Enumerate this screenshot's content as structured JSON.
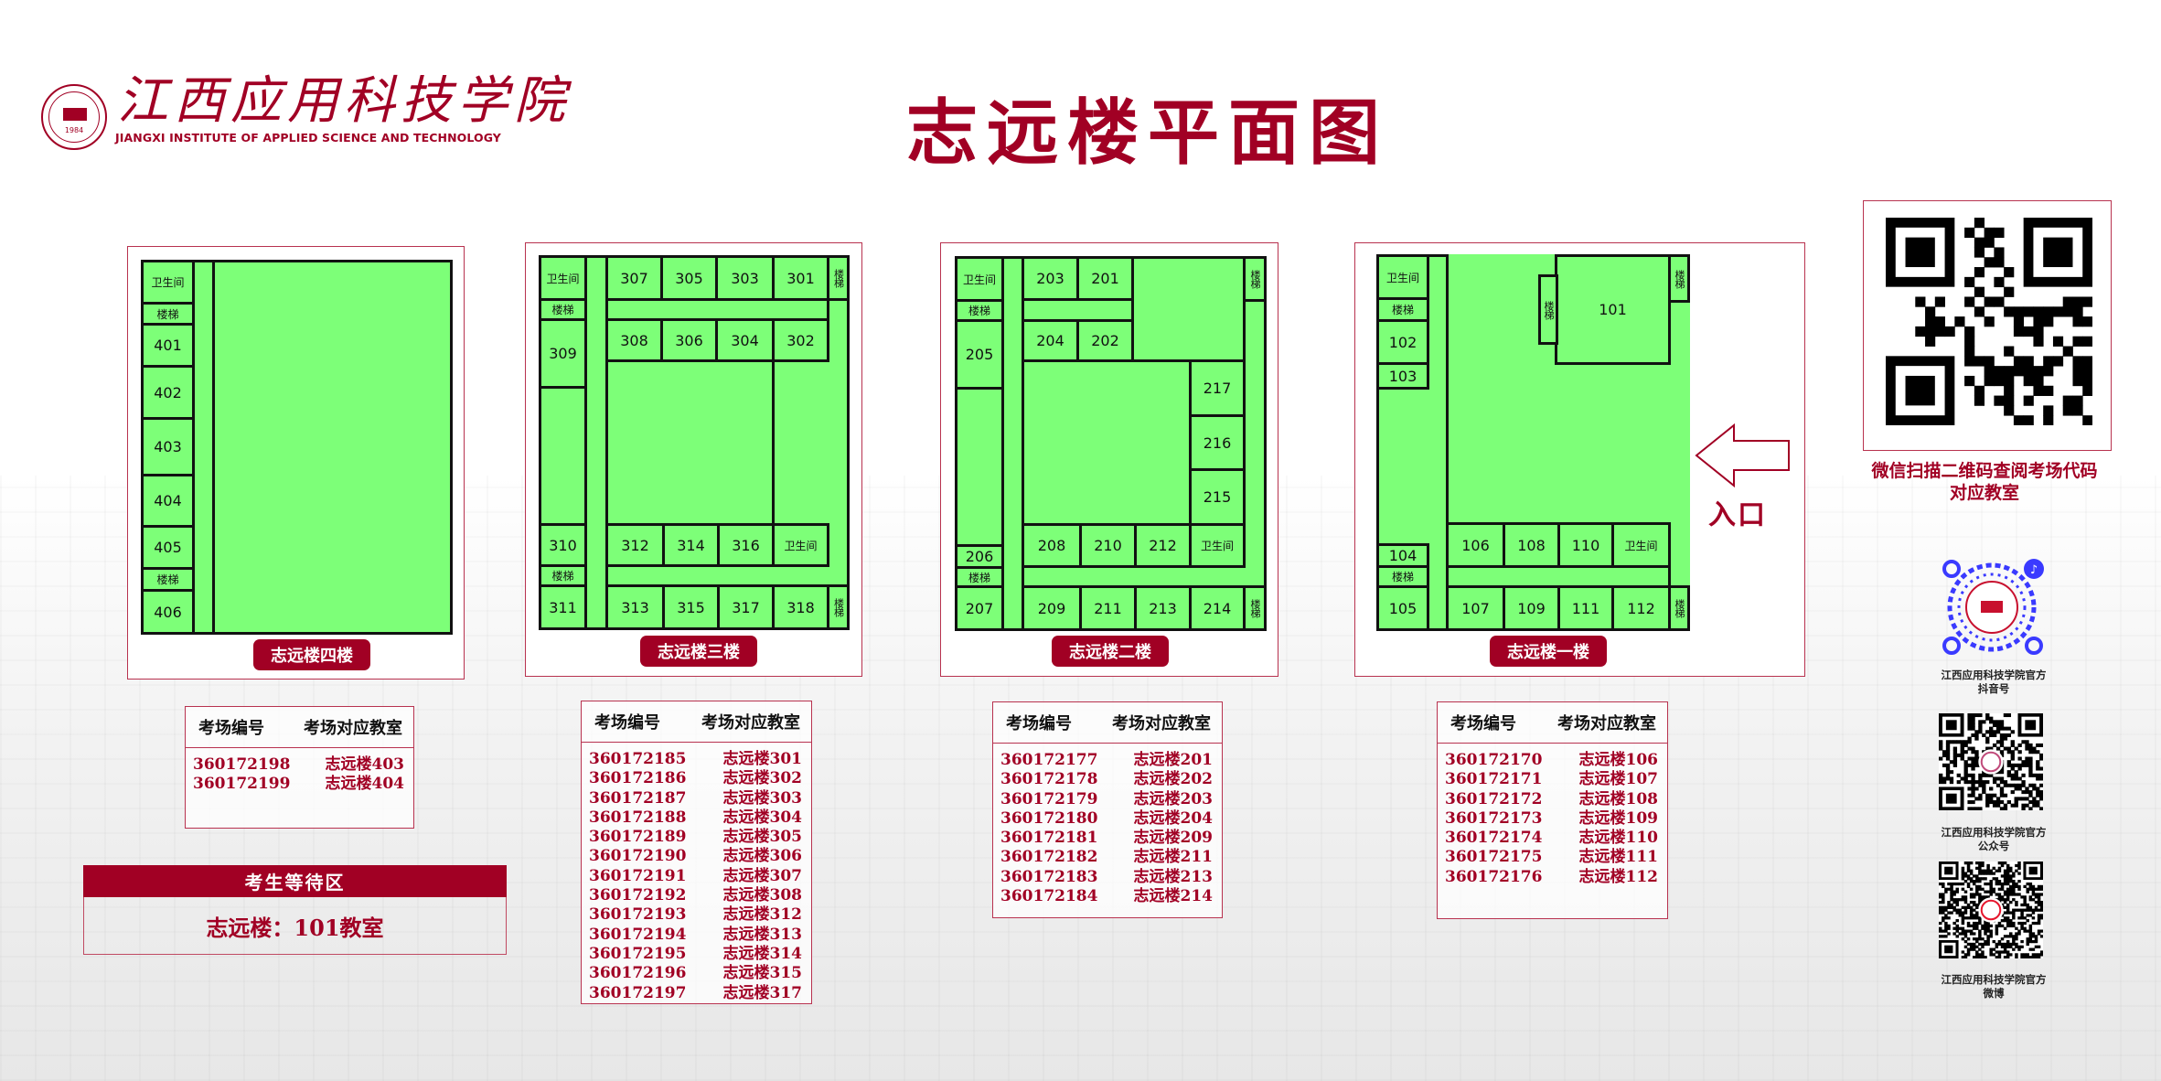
{
  "header": {
    "logo_cn": "江西应用科技学院",
    "logo_en": "JIANGXI INSTITUTE OF APPLIED SCIENCE AND TECHNOLOGY",
    "logo_year": "1984",
    "title": "志远楼平面图"
  },
  "common": {
    "wc": "卫生间",
    "stairs": "楼梯"
  },
  "floors": {
    "f4": {
      "label": "志远楼四楼",
      "rooms": {
        "401": "401",
        "402": "402",
        "403": "403",
        "404": "404",
        "405": "405",
        "406": "406"
      }
    },
    "f3": {
      "label": "志远楼三楼",
      "rooms": {
        "301": "301",
        "302": "302",
        "303": "303",
        "304": "304",
        "305": "305",
        "306": "306",
        "307": "307",
        "308": "308",
        "309": "309",
        "310": "310",
        "311": "311",
        "312": "312",
        "313": "313",
        "314": "314",
        "315": "315",
        "316": "316",
        "317": "317",
        "318": "318"
      }
    },
    "f2": {
      "label": "志远楼二楼",
      "rooms": {
        "201": "201",
        "202": "202",
        "203": "203",
        "204": "204",
        "205": "205",
        "206": "206",
        "207": "207",
        "208": "208",
        "209": "209",
        "210": "210",
        "211": "211",
        "212": "212",
        "213": "213",
        "214": "214",
        "215": "215",
        "216": "216",
        "217": "217"
      }
    },
    "f1": {
      "label": "志远楼一楼",
      "rooms": {
        "101": "101",
        "102": "102",
        "103": "103",
        "104": "104",
        "105": "105",
        "106": "106",
        "107": "107",
        "108": "108",
        "109": "109",
        "110": "110",
        "111": "111",
        "112": "112"
      }
    }
  },
  "entrance": "入口",
  "tables": {
    "header_code": "考场编号",
    "header_room": "考场对应教室",
    "f4": [
      [
        "360172198",
        "志远楼403"
      ],
      [
        "360172199",
        "志远楼404"
      ]
    ],
    "f3": [
      [
        "360172185",
        "志远楼301"
      ],
      [
        "360172186",
        "志远楼302"
      ],
      [
        "360172187",
        "志远楼303"
      ],
      [
        "360172188",
        "志远楼304"
      ],
      [
        "360172189",
        "志远楼305"
      ],
      [
        "360172190",
        "志远楼306"
      ],
      [
        "360172191",
        "志远楼307"
      ],
      [
        "360172192",
        "志远楼308"
      ],
      [
        "360172193",
        "志远楼312"
      ],
      [
        "360172194",
        "志远楼313"
      ],
      [
        "360172195",
        "志远楼314"
      ],
      [
        "360172196",
        "志远楼315"
      ],
      [
        "360172197",
        "志远楼317"
      ]
    ],
    "f2": [
      [
        "360172177",
        "志远楼201"
      ],
      [
        "360172178",
        "志远楼202"
      ],
      [
        "360172179",
        "志远楼203"
      ],
      [
        "360172180",
        "志远楼204"
      ],
      [
        "360172181",
        "志远楼209"
      ],
      [
        "360172182",
        "志远楼211"
      ],
      [
        "360172183",
        "志远楼213"
      ],
      [
        "360172184",
        "志远楼214"
      ]
    ],
    "f1": [
      [
        "360172170",
        "志远楼106"
      ],
      [
        "360172171",
        "志远楼107"
      ],
      [
        "360172172",
        "志远楼108"
      ],
      [
        "360172173",
        "志远楼109"
      ],
      [
        "360172174",
        "志远楼110"
      ],
      [
        "360172175",
        "志远楼111"
      ],
      [
        "360172176",
        "志远楼112"
      ]
    ]
  },
  "waiting": {
    "title": "考生等待区",
    "location": "志远楼：101教室"
  },
  "qr_main": {
    "caption_line1": "微信扫描二维码查阅考场代码",
    "caption_line2": "对应教室"
  },
  "social": [
    {
      "line1": "江西应用科技学院官方",
      "line2": "抖音号",
      "icon": "douyin-code"
    },
    {
      "line1": "江西应用科技学院官方",
      "line2": "公众号",
      "icon": "wechat-qr"
    },
    {
      "line1": "江西应用科技学院官方",
      "line2": "微博",
      "icon": "weibo-qr"
    }
  ],
  "colors": {
    "brand": "#a10024",
    "room_fill": "#7dff78",
    "wall": "#111111"
  }
}
